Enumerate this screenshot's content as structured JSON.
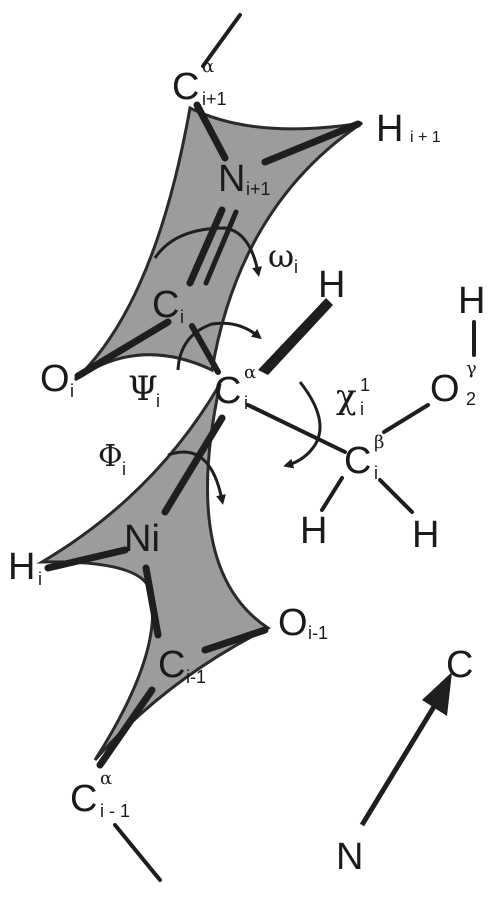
{
  "colors": {
    "plane_fill": "#9c9c9c",
    "plane_stroke": "#2a2a2a",
    "bond": "#1e1e1e",
    "text": "#1a1a1a"
  },
  "atoms": {
    "ca_next": {
      "main": "C",
      "sup": "α",
      "sub": "i+1"
    },
    "h_next": {
      "main": "H",
      "sub": "i + 1"
    },
    "n_next": {
      "main": "N",
      "sub": "i+1"
    },
    "c_i": {
      "main": "C",
      "sub": "i"
    },
    "o_i": {
      "main": "O",
      "sub": "i"
    },
    "ca_i": {
      "main": "C",
      "sup": "α",
      "sub": "i"
    },
    "h_top": {
      "main": "H"
    },
    "h_o": {
      "main": "H"
    },
    "o_gamma": {
      "main": "O",
      "sup": "γ",
      "sub": "2"
    },
    "cb": {
      "main": "C",
      "sup": "β",
      "sub": "i"
    },
    "h_cb_left": {
      "main": "H"
    },
    "h_cb_right": {
      "main": "H"
    },
    "n_i": {
      "main": "Ni"
    },
    "h_i": {
      "main": "H",
      "sub": "i"
    },
    "c_prev": {
      "main": "C",
      "sub": "i-1"
    },
    "o_prev": {
      "main": "O",
      "sub": "i-1"
    },
    "ca_prev": {
      "main": "C",
      "sup": "α",
      "sub": "i - 1"
    }
  },
  "angles": {
    "omega": {
      "main": "ω",
      "sub": "i"
    },
    "psi": {
      "main": "Ψ",
      "sub": "i"
    },
    "phi": {
      "main": "Φ",
      "sub": "i"
    },
    "chi": {
      "main": "χ",
      "sup": "1",
      "sub": "i"
    }
  },
  "direction": {
    "n_label": "N",
    "c_label": "C"
  }
}
